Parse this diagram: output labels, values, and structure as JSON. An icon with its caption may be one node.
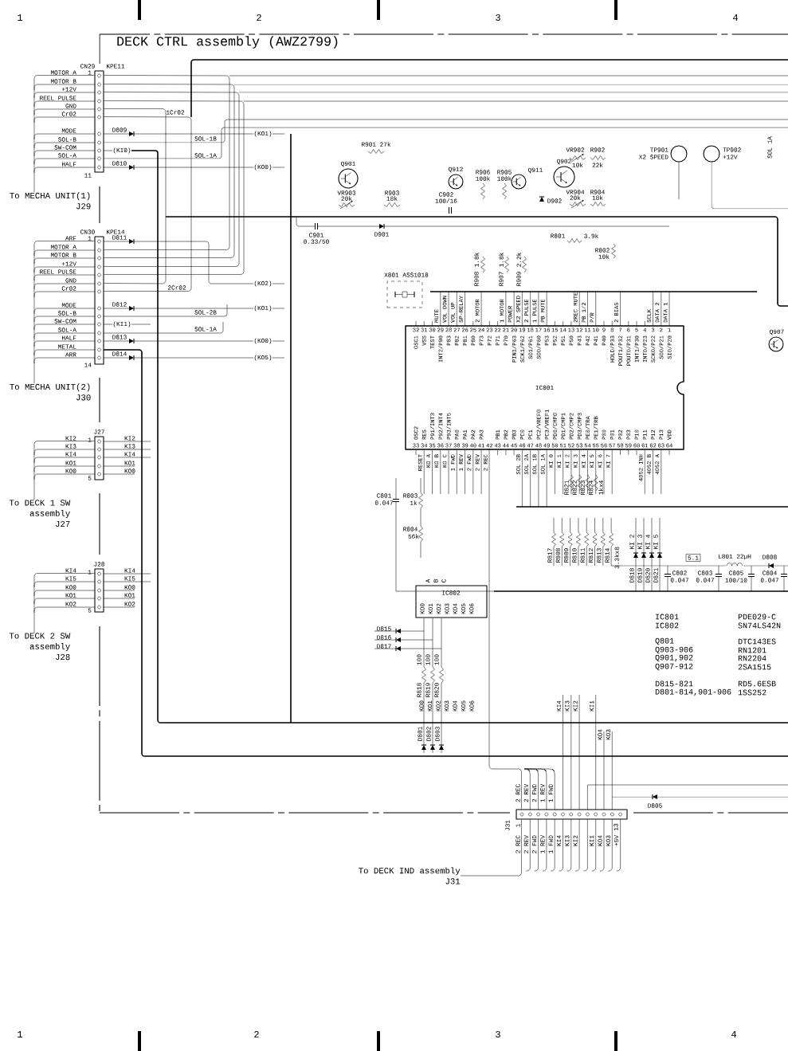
{
  "diagram": {
    "title": "DECK CTRL assembly (AWZ2799)",
    "nodes": [
      {
        "text": [],
        "shape": "box",
        "beside": [
          "CN29",
          "KPE11",
          "1",
          "11",
          "MOTOR A",
          "MOTOR B",
          "+12V",
          "REEL PULSE",
          "GND",
          "Cr02",
          "MODE",
          "SOL-B",
          "SW-COM",
          "SOL-A",
          "HALF"
        ]
      },
      {
        "text": [
          "To MECHA UNIT(1)",
          "J29"
        ]
      },
      {
        "text": [],
        "shape": "circle",
        "beside": [
          "Q901"
        ]
      },
      {
        "text": [],
        "shape": "circle",
        "beside": [
          "Q912"
        ]
      },
      {
        "text": [],
        "shape": "circle",
        "beside": [
          "Q911"
        ]
      },
      {
        "text": [],
        "shape": "circle",
        "beside": [
          "Q902"
        ]
      },
      {
        "text": [],
        "shape": "circle",
        "beside": [
          "TP901",
          "X2 SPEED"
        ]
      },
      {
        "text": [],
        "shape": "circle",
        "beside": [
          "TP902",
          "+12V"
        ]
      },
      {
        "text": [],
        "shape": "box",
        "beside": [
          "CN30",
          "KPE14",
          "1",
          "14",
          "ARF",
          "MOTOR A",
          "MOTOR B",
          "+12V",
          "REEL PULSE",
          "GND",
          "Cr02",
          "MODE",
          "SOL-B",
          "SW-COM",
          "SOL-A",
          "HALF",
          "METAL",
          "ARR"
        ]
      },
      {
        "text": [
          "To MECHA UNIT(2)",
          "J30"
        ]
      },
      {
        "text": [
          "X801 ASS1018"
        ]
      },
      {
        "text": [
          "IC801",
          "1",
          "2",
          "3",
          "4",
          "5",
          "6",
          "7",
          "8",
          "9",
          "10",
          "11",
          "12",
          "13",
          "14",
          "15",
          "16",
          "17",
          "18",
          "19",
          "20",
          "21",
          "22",
          "23",
          "24",
          "25",
          "26",
          "27",
          "28",
          "29",
          "30",
          "31",
          "32",
          "33",
          "34",
          "35",
          "36",
          "37",
          "38",
          "39",
          "40",
          "41",
          "42",
          "43",
          "44",
          "45",
          "46",
          "47",
          "48",
          "49",
          "50",
          "51",
          "52",
          "53",
          "54",
          "55",
          "56",
          "57",
          "58",
          "59",
          "60",
          "61",
          "62",
          "63",
          "64",
          "SI0/P20",
          "SO0/P21",
          "SCK0/P22",
          "INT0/P23",
          "INT1/P30",
          "POUT0/P31",
          "POUT1/P32",
          "HOLD/P33",
          "P40",
          "P41",
          "P42",
          "P43",
          "P50",
          "P51",
          "P52",
          "P53",
          "SO0/P60",
          "SO1/P61",
          "SCK1/P62",
          "PIN1/P63",
          "P70",
          "P71",
          "P72",
          "P73",
          "P80",
          "P81",
          "P82",
          "P83",
          "INT2/P90",
          "TEST",
          "VSS",
          "OSC1",
          "OSC2",
          "RES",
          "P91/INT3",
          "P92/INT4",
          "P93/INT5",
          "PA0",
          "PA1",
          "PA2",
          "PA3",
          "PB1",
          "PB2",
          "PB3",
          "PC0",
          "PC1",
          "PC2/VREF0",
          "PC3/VREF1",
          "PD0/CMP0",
          "PD1/CMP1",
          "PD2/CMP2",
          "PD3/CMP3",
          "PE0/TRA",
          "PE1/TRB",
          "P00",
          "P01",
          "P02",
          "P03",
          "P10",
          "P11",
          "P12",
          "P13",
          "VDD"
        ]
      },
      {
        "text": [],
        "shape": "circle",
        "beside": [
          "Q907"
        ]
      },
      {
        "text": [],
        "shape": "box",
        "beside": [
          "J27",
          "1",
          "5",
          "KI2",
          "KI3",
          "KI4",
          "KO1",
          "KO0",
          "KI2",
          "KI3",
          "KI4",
          "KO1",
          "KO0"
        ]
      },
      {
        "text": [
          "To DECK 1 SW assembly",
          "J27"
        ]
      },
      {
        "text": [
          "IC802",
          "KO0",
          "KO1",
          "KO2",
          "KO3",
          "KO4",
          "KO5",
          "KO6"
        ],
        "beside": [
          "A",
          "B",
          "C"
        ]
      },
      {
        "text": [],
        "shape": "box",
        "beside": [
          "J28",
          "1",
          "5",
          "KI4",
          "KI5",
          "KO0",
          "KO1",
          "KO2",
          "KI4",
          "KI5",
          "KO0",
          "KO1",
          "KO2"
        ]
      },
      {
        "text": [
          "To DECK 2 SW assembly",
          "J28"
        ]
      },
      {
        "text": [],
        "shape": "box",
        "beside": [
          "J31",
          "1",
          "13",
          "2 REC",
          "2 REV",
          "2 FWD",
          "1 REV",
          "1 FWD",
          "KI4",
          "KI3",
          "KI2",
          "KI1",
          "KO4",
          "KO3",
          "+5V"
        ]
      },
      {
        "text": [
          "To DECK IND assembly",
          "J31"
        ]
      }
    ],
    "edges": [
      {
        "from": 0,
        "to": 1,
        "arrow": "none"
      },
      {
        "from": 8,
        "to": 9,
        "arrow": "none"
      },
      {
        "from": 13,
        "to": 14,
        "arrow": "none"
      },
      {
        "from": 16,
        "to": 17,
        "arrow": "none"
      },
      {
        "from": 18,
        "to": 19,
        "arrow": "none"
      },
      {
        "from": 11,
        "to": 18,
        "arrow": "none"
      },
      {
        "from": 8,
        "to": 0,
        "arrow": "none"
      },
      {
        "from": 8,
        "to": 0,
        "arrow": "none"
      },
      {
        "from": 8,
        "to": 0,
        "arrow": "none"
      },
      {
        "from": 8,
        "to": 0,
        "arrow": "none"
      },
      {
        "from": 8,
        "to": 0,
        "arrow": "none"
      },
      {
        "from": 0,
        "to": 8,
        "arrow": "none"
      }
    ],
    "labels": [
      "1",
      "2",
      "3",
      "4",
      "1Cr02",
      "D809",
      "(KI0)",
      "D810",
      "SOL-1B",
      "SOL-1A",
      "(KO1)",
      "(KO0)",
      "R901 27k",
      "VR903",
      "20k",
      "R903",
      "18k",
      "C901",
      "0.33/50",
      "D901",
      "R906",
      "100k",
      "R905",
      "100k",
      "C902",
      "100/16",
      "D902",
      "VR902",
      "10k",
      "R902",
      "22k",
      "VR904",
      "20k",
      "R904",
      "18k",
      "SOL 1A",
      "R801",
      "3.9k",
      "R802",
      "10k",
      "R908",
      "1.8k",
      "R907",
      "1.8k",
      "R909",
      "2.2k",
      "D811",
      "2Cr02",
      "D812",
      "(KI1)",
      "D813",
      "D814",
      "SOL-2B",
      "SOL-1A",
      "(KO2)",
      "(KO1)",
      "(KO0)",
      "(KO5)",
      "MUTE",
      "VOL DOWN",
      "VOL UP",
      "SP-RELAY",
      "2 MOTOR",
      "1 MOTOR",
      "POWER",
      "X2 SPEED",
      "2 PULSE",
      "1 PULSE",
      "PB MUTE",
      "2REC MUTE",
      "PB 1/2",
      "P/R",
      "2 BIAS",
      "SCLK",
      "DATA 2",
      "DATA 1",
      "RESET",
      "KO A",
      "KO B",
      "KO C",
      "1 FWD",
      "1 REV",
      "2 FWD",
      "2 REV",
      "2 REC",
      "SOL 2B",
      "SOL 2A",
      "SOL 1B",
      "SOL 1A",
      "KI 0",
      "KI 1",
      "KI 2",
      "KI 3",
      "KI 4",
      "KI 5",
      "KI 6",
      "KI 7",
      "4052 INH",
      "4052 B",
      "4052 A",
      "C801",
      "0.047",
      "R803",
      "1k",
      "R804",
      "56k",
      "R821",
      "R822",
      "R823",
      "R824",
      "1kx4",
      "R817",
      "R808",
      "R809",
      "R810",
      "R811",
      "R812",
      "R813",
      "R814",
      "3.3kx8",
      "KI 2",
      "KI 3",
      "KI 4",
      "KI 5",
      "D818",
      "D819",
      "D820",
      "D821",
      "5.1",
      "L801 22µH",
      "D808",
      "C802",
      "0.047",
      "C803",
      "0.047",
      "C805",
      "100/10",
      "C804",
      "0.047",
      "D815",
      "D816",
      "D817",
      "100",
      "100",
      "100",
      "R818",
      "R819",
      "R820",
      "KO0",
      "KO1",
      "KO2",
      "KO3",
      "KO4",
      "KO5",
      "KO6",
      "D801",
      "D802",
      "D803",
      "KI4",
      "KI3",
      "KI2",
      "KI1",
      "KO4",
      "KO3",
      "2 REC",
      "2 REV",
      "2 FWD",
      "1 REV",
      "1 FWD",
      "D805",
      "IC801",
      "PDE029-C",
      "IC802",
      "SN74LS42N",
      "Q801",
      "DTC143ES",
      "Q903-906",
      "RN1201",
      "Q901,902",
      "RN2204",
      "Q907-912",
      "2SA1515",
      "D815-821",
      "RD5.6ESB",
      "D801-814,901-906",
      "1SS252",
      "1",
      "2",
      "3",
      "4"
    ]
  }
}
